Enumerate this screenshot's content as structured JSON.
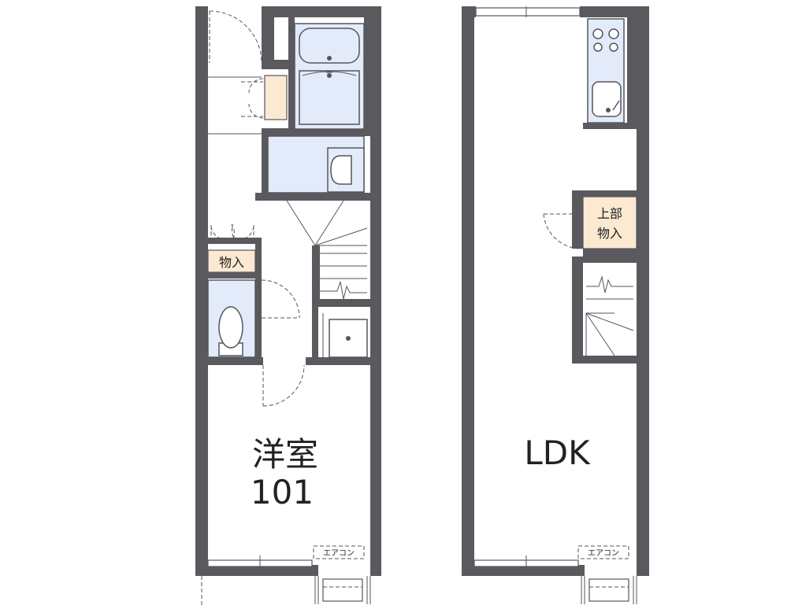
{
  "ground_floor": {
    "room_name": "洋室",
    "room_number": "101",
    "storage_label": "物入",
    "aircon_label": "エアコン"
  },
  "upper_floor": {
    "room_name": "LDK",
    "upper_storage_line1": "上部",
    "upper_storage_line2": "物入",
    "aircon_label": "エアコン"
  }
}
